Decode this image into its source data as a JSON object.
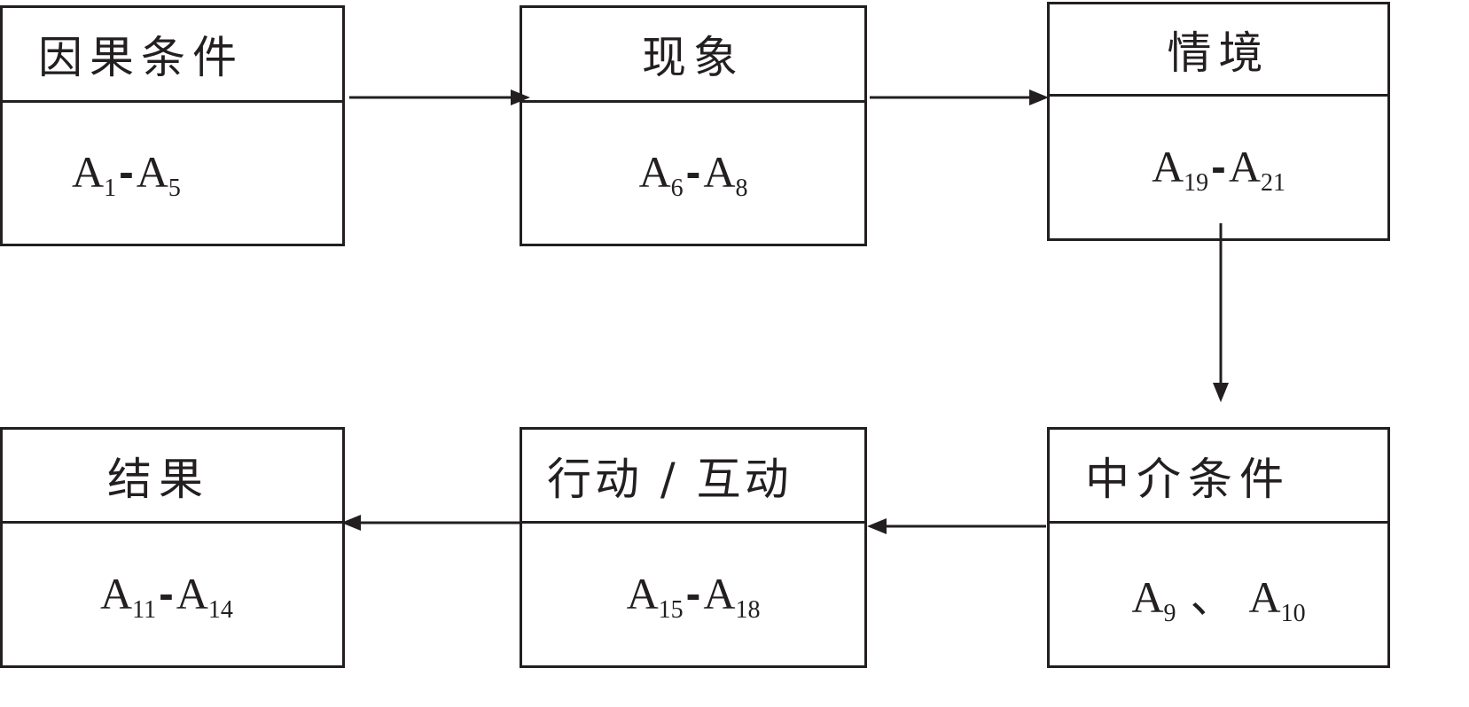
{
  "boxes": [
    {
      "key": "causal_conditions",
      "header": "因果条件",
      "from": "1",
      "to": "5",
      "sep": "-"
    },
    {
      "key": "phenomenon",
      "header": "现象",
      "from": "6",
      "to": "8",
      "sep": "-"
    },
    {
      "key": "context",
      "header": "情境",
      "from": "19",
      "to": "21",
      "sep": "-"
    },
    {
      "key": "intervening_conditions",
      "header": "中介条件",
      "from": "9",
      "to": "10",
      "sep": "、"
    },
    {
      "key": "action_interaction",
      "header": "行动 / 互动",
      "from": "15",
      "to": "18",
      "sep": "-"
    },
    {
      "key": "consequences",
      "header": "结果",
      "from": "11",
      "to": "14",
      "sep": "-"
    }
  ],
  "letter": "A",
  "colors": {
    "stroke": "#231f20",
    "background": "#ffffff"
  }
}
